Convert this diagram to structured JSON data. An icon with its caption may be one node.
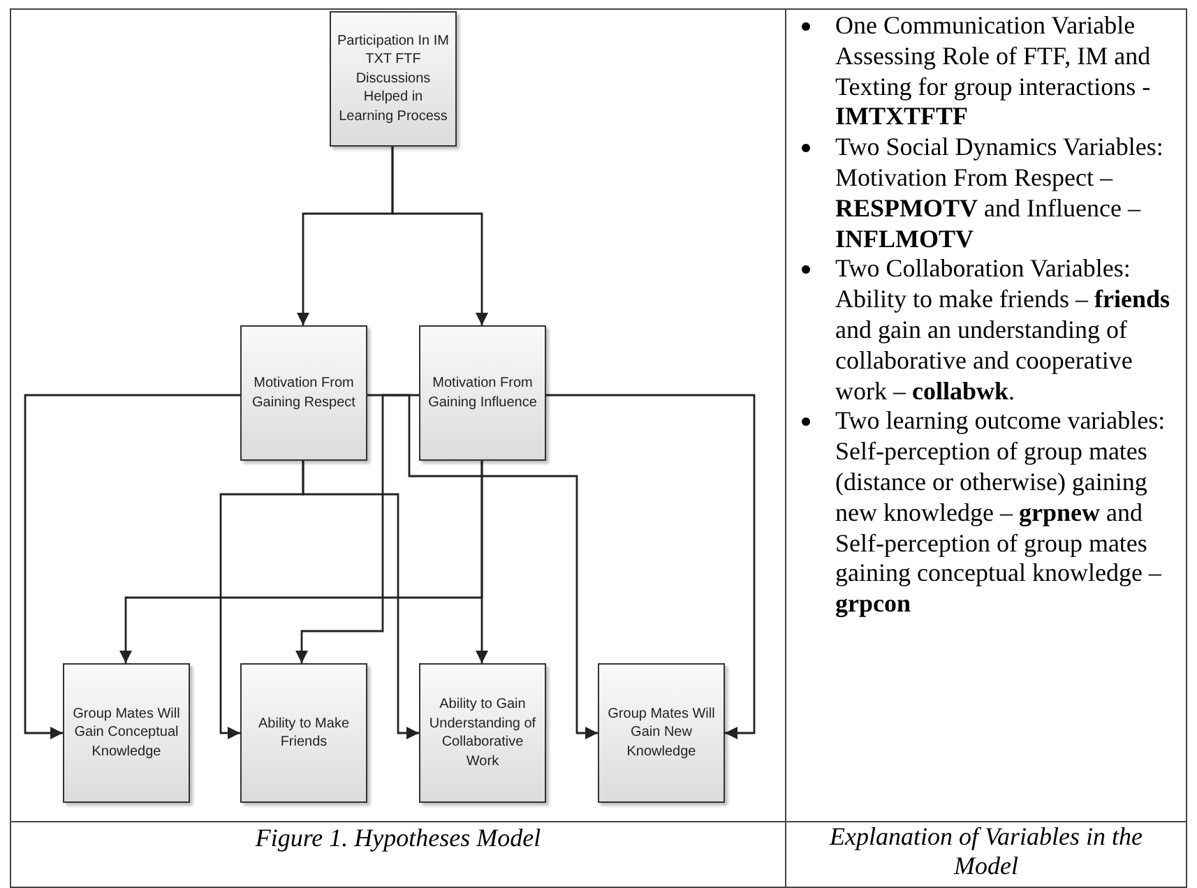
{
  "diagram": {
    "nodes": [
      {
        "text": [
          "Participation In IM TXT FTF Discussions Helped in Learning Process"
        ]
      },
      {
        "text": [
          "Motivation From Gaining Respect"
        ]
      },
      {
        "text": [
          "Motivation From Gaining Influence"
        ]
      },
      {
        "text": [
          "Group Mates Will Gain Conceptual Knowledge"
        ]
      },
      {
        "text": [
          "Ability to Make Friends"
        ]
      },
      {
        "text": [
          "Ability to Gain Understanding of Collaborative Work"
        ]
      },
      {
        "text": [
          "Group Mates Will Gain New Knowledge"
        ]
      }
    ],
    "edges": [
      {
        "from": 0,
        "to": 1,
        "arrow": "to"
      },
      {
        "from": 0,
        "to": 2,
        "arrow": "to"
      },
      {
        "from": 1,
        "to": 3,
        "arrow": "to"
      },
      {
        "from": 1,
        "to": 4,
        "arrow": "to"
      },
      {
        "from": 1,
        "to": 5,
        "arrow": "to"
      },
      {
        "from": 1,
        "to": 6,
        "arrow": "to"
      },
      {
        "from": 2,
        "to": 3,
        "arrow": "to"
      },
      {
        "from": 2,
        "to": 4,
        "arrow": "to"
      },
      {
        "from": 2,
        "to": 5,
        "arrow": "to"
      },
      {
        "from": 2,
        "to": 6,
        "arrow": "to"
      }
    ],
    "labels": [
      "One Communication Variable Assessing Role of FTF, IM and Texting for group interactions - **IMTXTFTF**",
      "Two Social Dynamics Variables: Motivation From Respect – **RESPMOTV** and Influence – **INFLMOTV**",
      "Two Collaboration Variables: Ability to make friends – **friends** and gain an understanding of collaborative and cooperative work – **collabwk**.",
      "Two learning outcome variables: Self-perception of group mates (distance or otherwise) gaining new knowledge – **grpnew** and Self-perception of group mates gaining conceptual knowledge – **grpcon**",
      "Figure 1. Hypotheses Model",
      "Explanation of Variables in the Model"
    ]
  }
}
